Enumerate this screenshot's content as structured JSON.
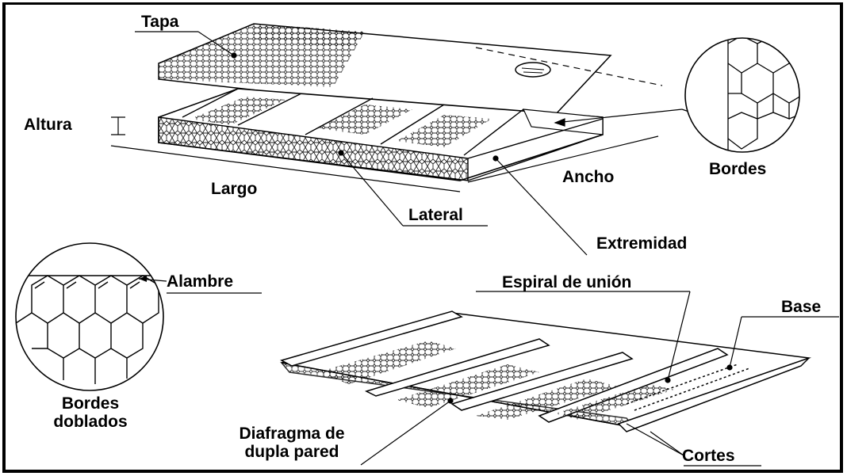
{
  "labels": {
    "tapa": "Tapa",
    "altura": "Altura",
    "largo": "Largo",
    "lateral": "Lateral",
    "ancho": "Ancho",
    "extremidad": "Extremidad",
    "bordes": "Bordes",
    "alambre": "Alambre",
    "bordes_doblados_line1": "Bordes",
    "bordes_doblados_line2": "doblados",
    "espiral_de_union": "Espiral de unión",
    "base": "Base",
    "diafragma_line1": "Diafragma de",
    "diafragma_line2": "dupla pared",
    "cortes": "Cortes"
  },
  "colors": {
    "ink": "#000000",
    "mesh": "#222222",
    "background": "#ffffff"
  }
}
